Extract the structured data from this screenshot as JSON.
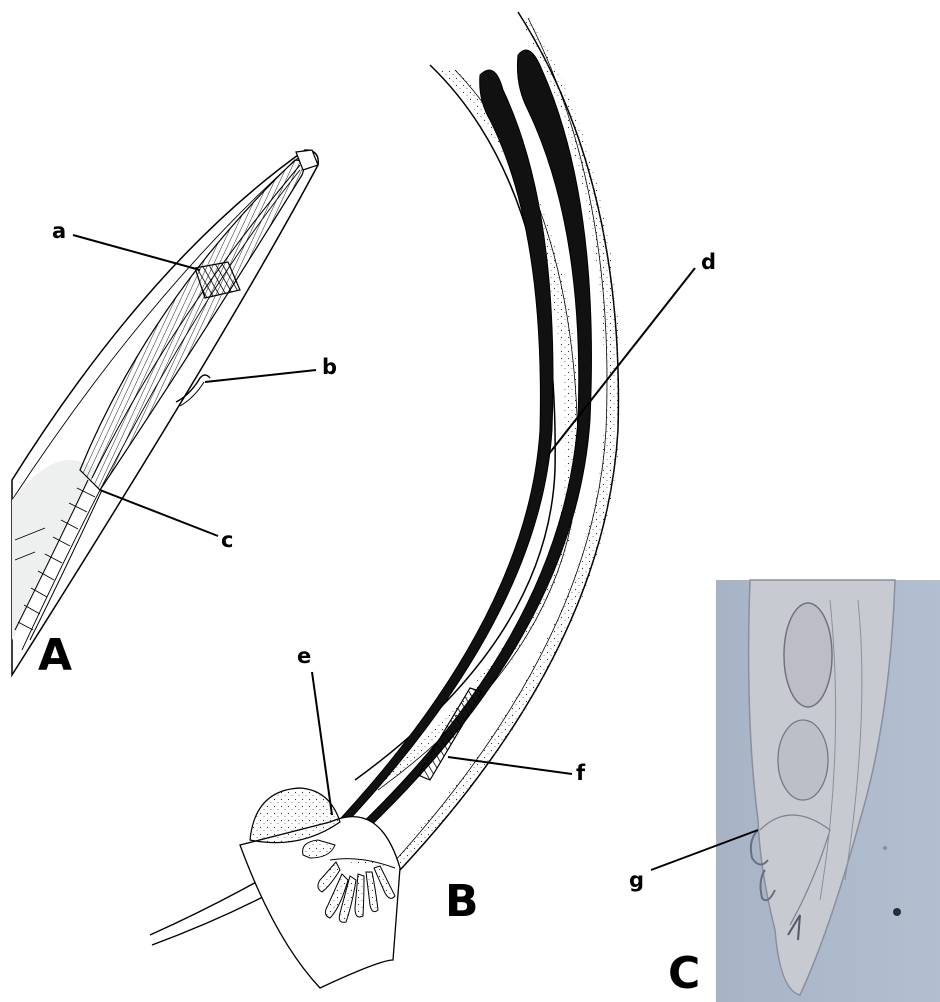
{
  "labels": {
    "a": "a",
    "b": "b",
    "c": "c",
    "d": "d",
    "e": "e",
    "f": "f",
    "g": "g"
  },
  "panels": {
    "A": "A",
    "B": "B",
    "C": "C"
  },
  "colors": {
    "ink": "#000000",
    "photo_background": "#aab7c9",
    "photo_tissue": "#c9cbd2"
  }
}
